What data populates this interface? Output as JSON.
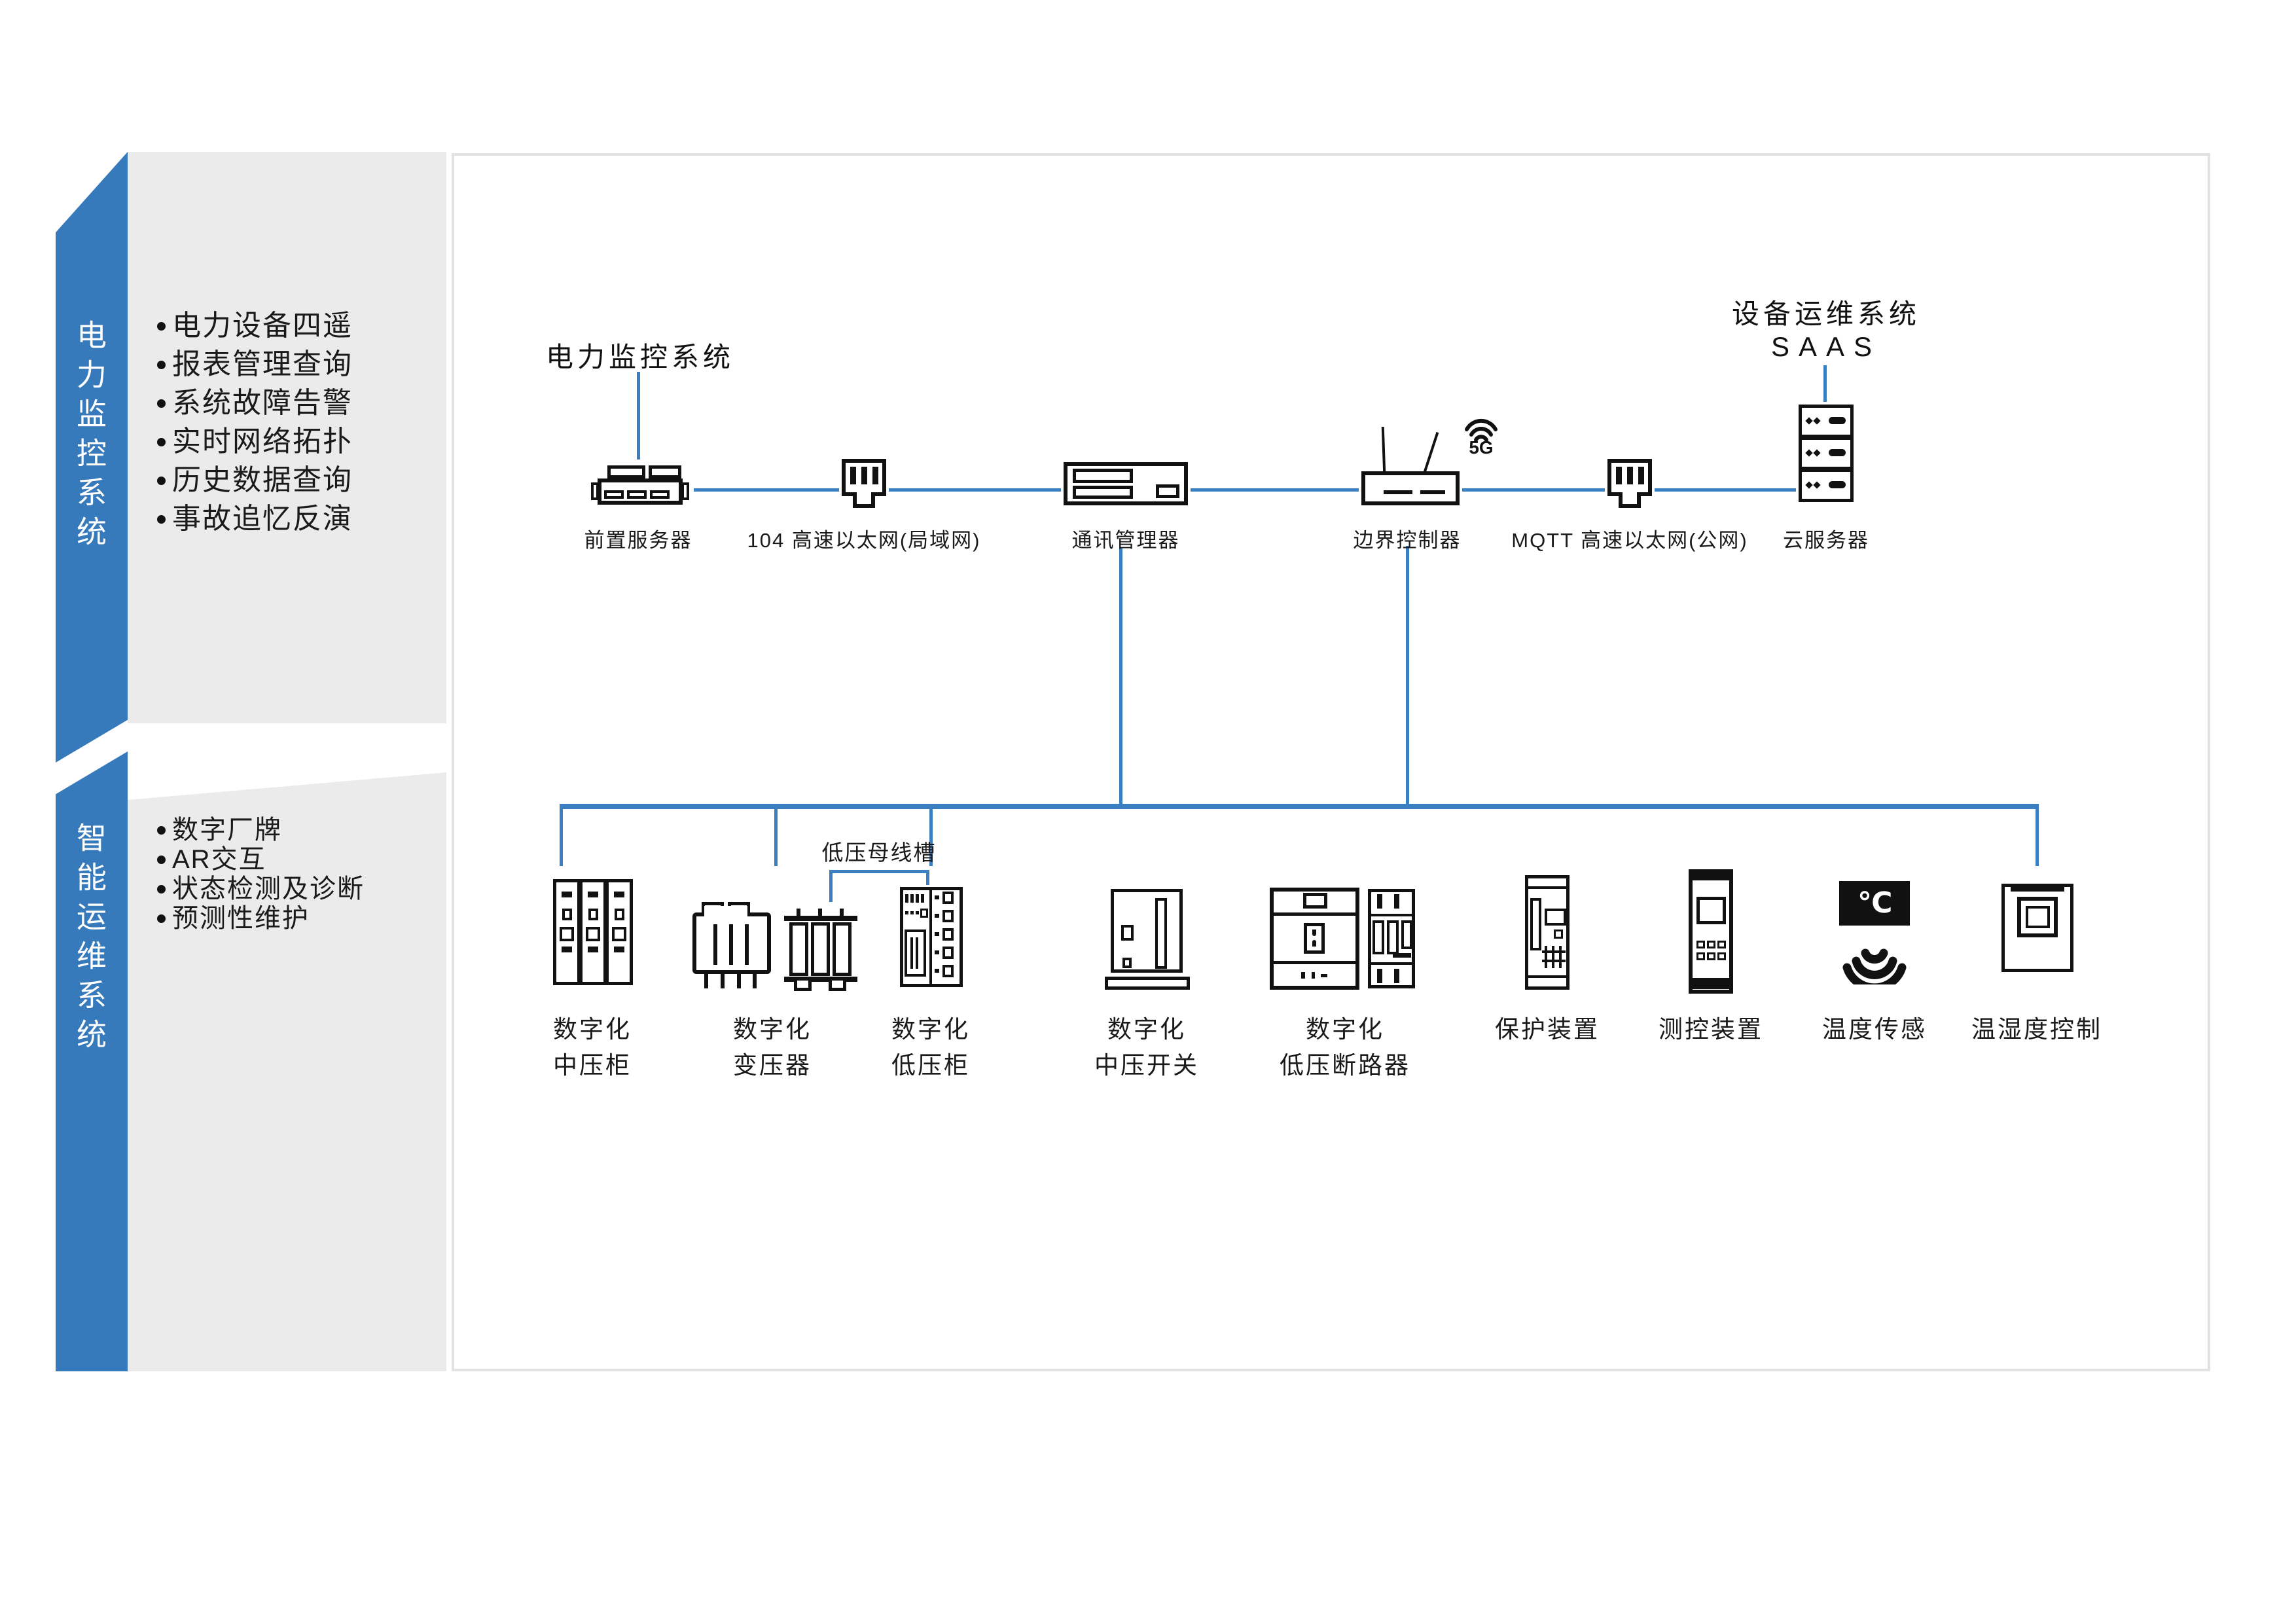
{
  "left_panel": {
    "sections": [
      {
        "banner": "电力监控系统",
        "bullets": [
          "电力设备四遥",
          "报表管理查询",
          "系统故障告警",
          "实时网络拓扑",
          "历史数据查询",
          "事故追忆反演"
        ]
      },
      {
        "banner": "智能运维系统",
        "bullets": [
          "数字厂牌",
          "AR交互",
          "状态检测及诊断",
          "预测性维护"
        ]
      }
    ]
  },
  "diagram": {
    "monitor_title": "电力监控系统",
    "saas_title_line1": "设备运维系统",
    "saas_title_line2": "SAAS",
    "badge_5g": "5G",
    "temp_unit": "℃",
    "busway_label": "低压母线槽",
    "top_devices": [
      {
        "label": "前置服务器",
        "icon": "front-server-icon"
      },
      {
        "label": "104 高速以太网(局域网)",
        "icon": "ethernet-plug-icon"
      },
      {
        "label": "通讯管理器",
        "icon": "comm-manager-icon"
      },
      {
        "label": "边界控制器",
        "icon": "edge-controller-router-icon"
      },
      {
        "label": "MQTT 高速以太网(公网)",
        "icon": "ethernet-plug-icon"
      },
      {
        "label": "云服务器",
        "icon": "cloud-server-icon"
      }
    ],
    "bottom_devices": [
      {
        "lines": [
          "数字化",
          "中压柜"
        ],
        "icon": "mv-cabinet-icon"
      },
      {
        "lines": [
          "数字化",
          "变压器"
        ],
        "icon": "transformer-icon"
      },
      {
        "lines": [
          "数字化",
          "低压柜"
        ],
        "icon": "lv-cabinet-icon"
      },
      {
        "lines": [
          "数字化",
          "中压开关"
        ],
        "icon": "mv-switch-icon"
      },
      {
        "lines": [
          "数字化",
          "低压断路器"
        ],
        "icon": "lv-breaker-icon"
      },
      {
        "lines": [
          "保护装置"
        ],
        "icon": "protection-device-icon"
      },
      {
        "lines": [
          "测控装置"
        ],
        "icon": "measure-control-device-icon"
      },
      {
        "lines": [
          "温度传感"
        ],
        "icon": "temperature-sensor-icon"
      },
      {
        "lines": [
          "温湿度控制"
        ],
        "icon": "temp-humidity-controller-icon"
      }
    ]
  },
  "colors": {
    "accent_blue": "#377abc",
    "line_blue": "#3c7ec2",
    "panel_gray": "#ebebeb",
    "frame_border": "#e2e2e2",
    "icon_black": "#111111",
    "text_black": "#1a1a1a"
  }
}
